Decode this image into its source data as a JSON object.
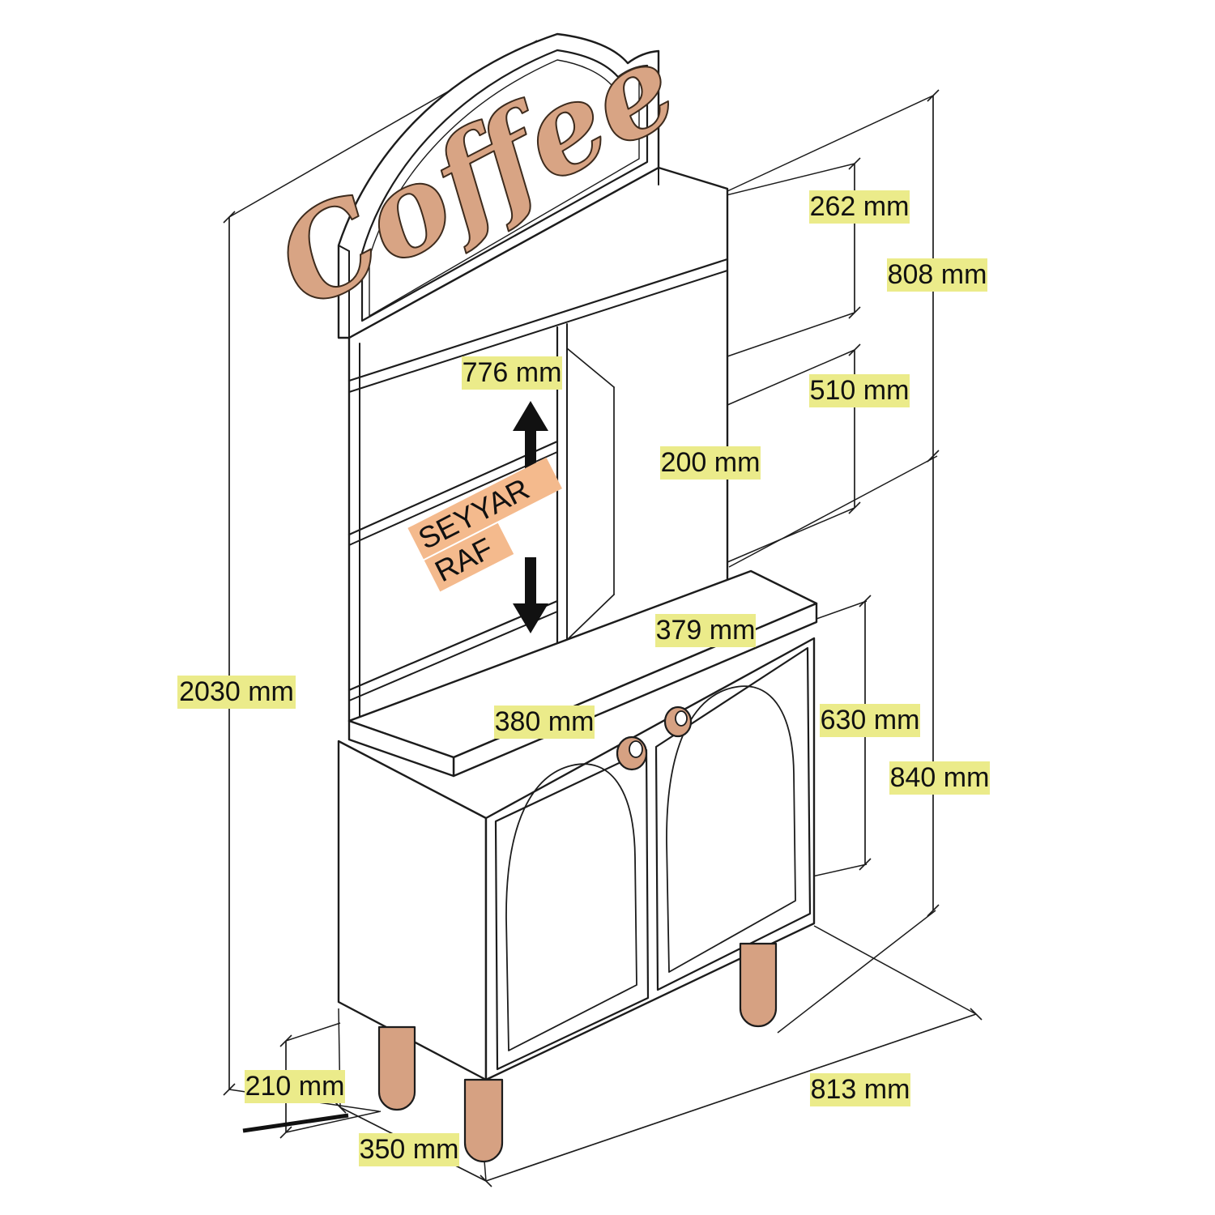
{
  "diagram_type": "furniture-dimension-drawing",
  "unit": "mm",
  "product": {
    "sign_text": "Coffee"
  },
  "annotations": {
    "movable_shelf": {
      "line1": "SEYYAR",
      "line2": "RAF"
    }
  },
  "dims": {
    "top_opening_height": {
      "label": "262 mm",
      "value": 262
    },
    "upper_section_height": {
      "label": "808 mm",
      "value": 808
    },
    "inner_width": {
      "label": "776 mm",
      "value": 776
    },
    "middle_opening_height": {
      "label": "510 mm",
      "value": 510
    },
    "shelf_opening_height": {
      "label": "200 mm",
      "value": 200
    },
    "right_opening_width": {
      "label": "379 mm",
      "value": 379
    },
    "left_opening_width": {
      "label": "380 mm",
      "value": 380
    },
    "door_height": {
      "label": "630 mm",
      "value": 630
    },
    "base_section_height": {
      "label": "840 mm",
      "value": 840
    },
    "total_height": {
      "label": "2030 mm",
      "value": 2030
    },
    "leg_height": {
      "label": "210 mm",
      "value": 210
    },
    "depth": {
      "label": "350 mm",
      "value": 350
    },
    "total_width": {
      "label": "813 mm",
      "value": 813
    }
  },
  "colors": {
    "line": "#1c1c1c",
    "highlight_yellow": "#ebeb8a",
    "highlight_orange": "#f4ba8d",
    "wood_tan": "#d6a182",
    "sign_fill": "#d8a484"
  }
}
